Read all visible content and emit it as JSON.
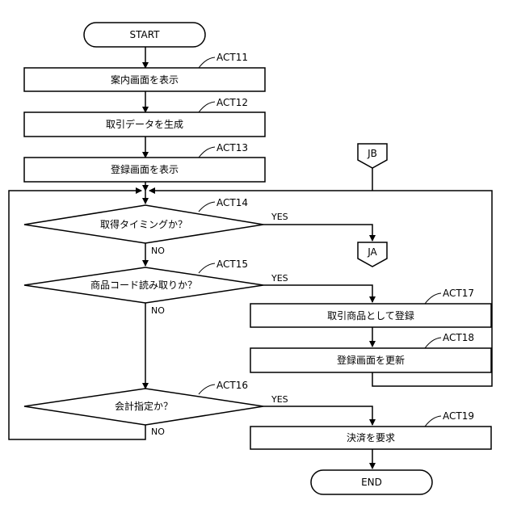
{
  "terminals": {
    "start": "START",
    "end": "END"
  },
  "connectors": {
    "jb": "JB",
    "ja": "JA"
  },
  "steps": {
    "act11": {
      "id": "ACT11",
      "label": "案内画面を表示"
    },
    "act12": {
      "id": "ACT12",
      "label": "取引データを生成"
    },
    "act13": {
      "id": "ACT13",
      "label": "登録画面を表示"
    },
    "act14": {
      "id": "ACT14",
      "label": "取得タイミングか？"
    },
    "act15": {
      "id": "ACT15",
      "label": "商品コード読み取りか？"
    },
    "act16": {
      "id": "ACT16",
      "label": "会計指定か？"
    },
    "act17": {
      "id": "ACT17",
      "label": "取引商品として登録"
    },
    "act18": {
      "id": "ACT18",
      "label": "登録画面を更新"
    },
    "act19": {
      "id": "ACT19",
      "label": "決済を要求"
    }
  },
  "branches": {
    "act14_yes": "YES",
    "act14_no": "NO",
    "act15_yes": "YES",
    "act15_no": "NO",
    "act16_yes": "YES",
    "act16_no": "NO"
  }
}
